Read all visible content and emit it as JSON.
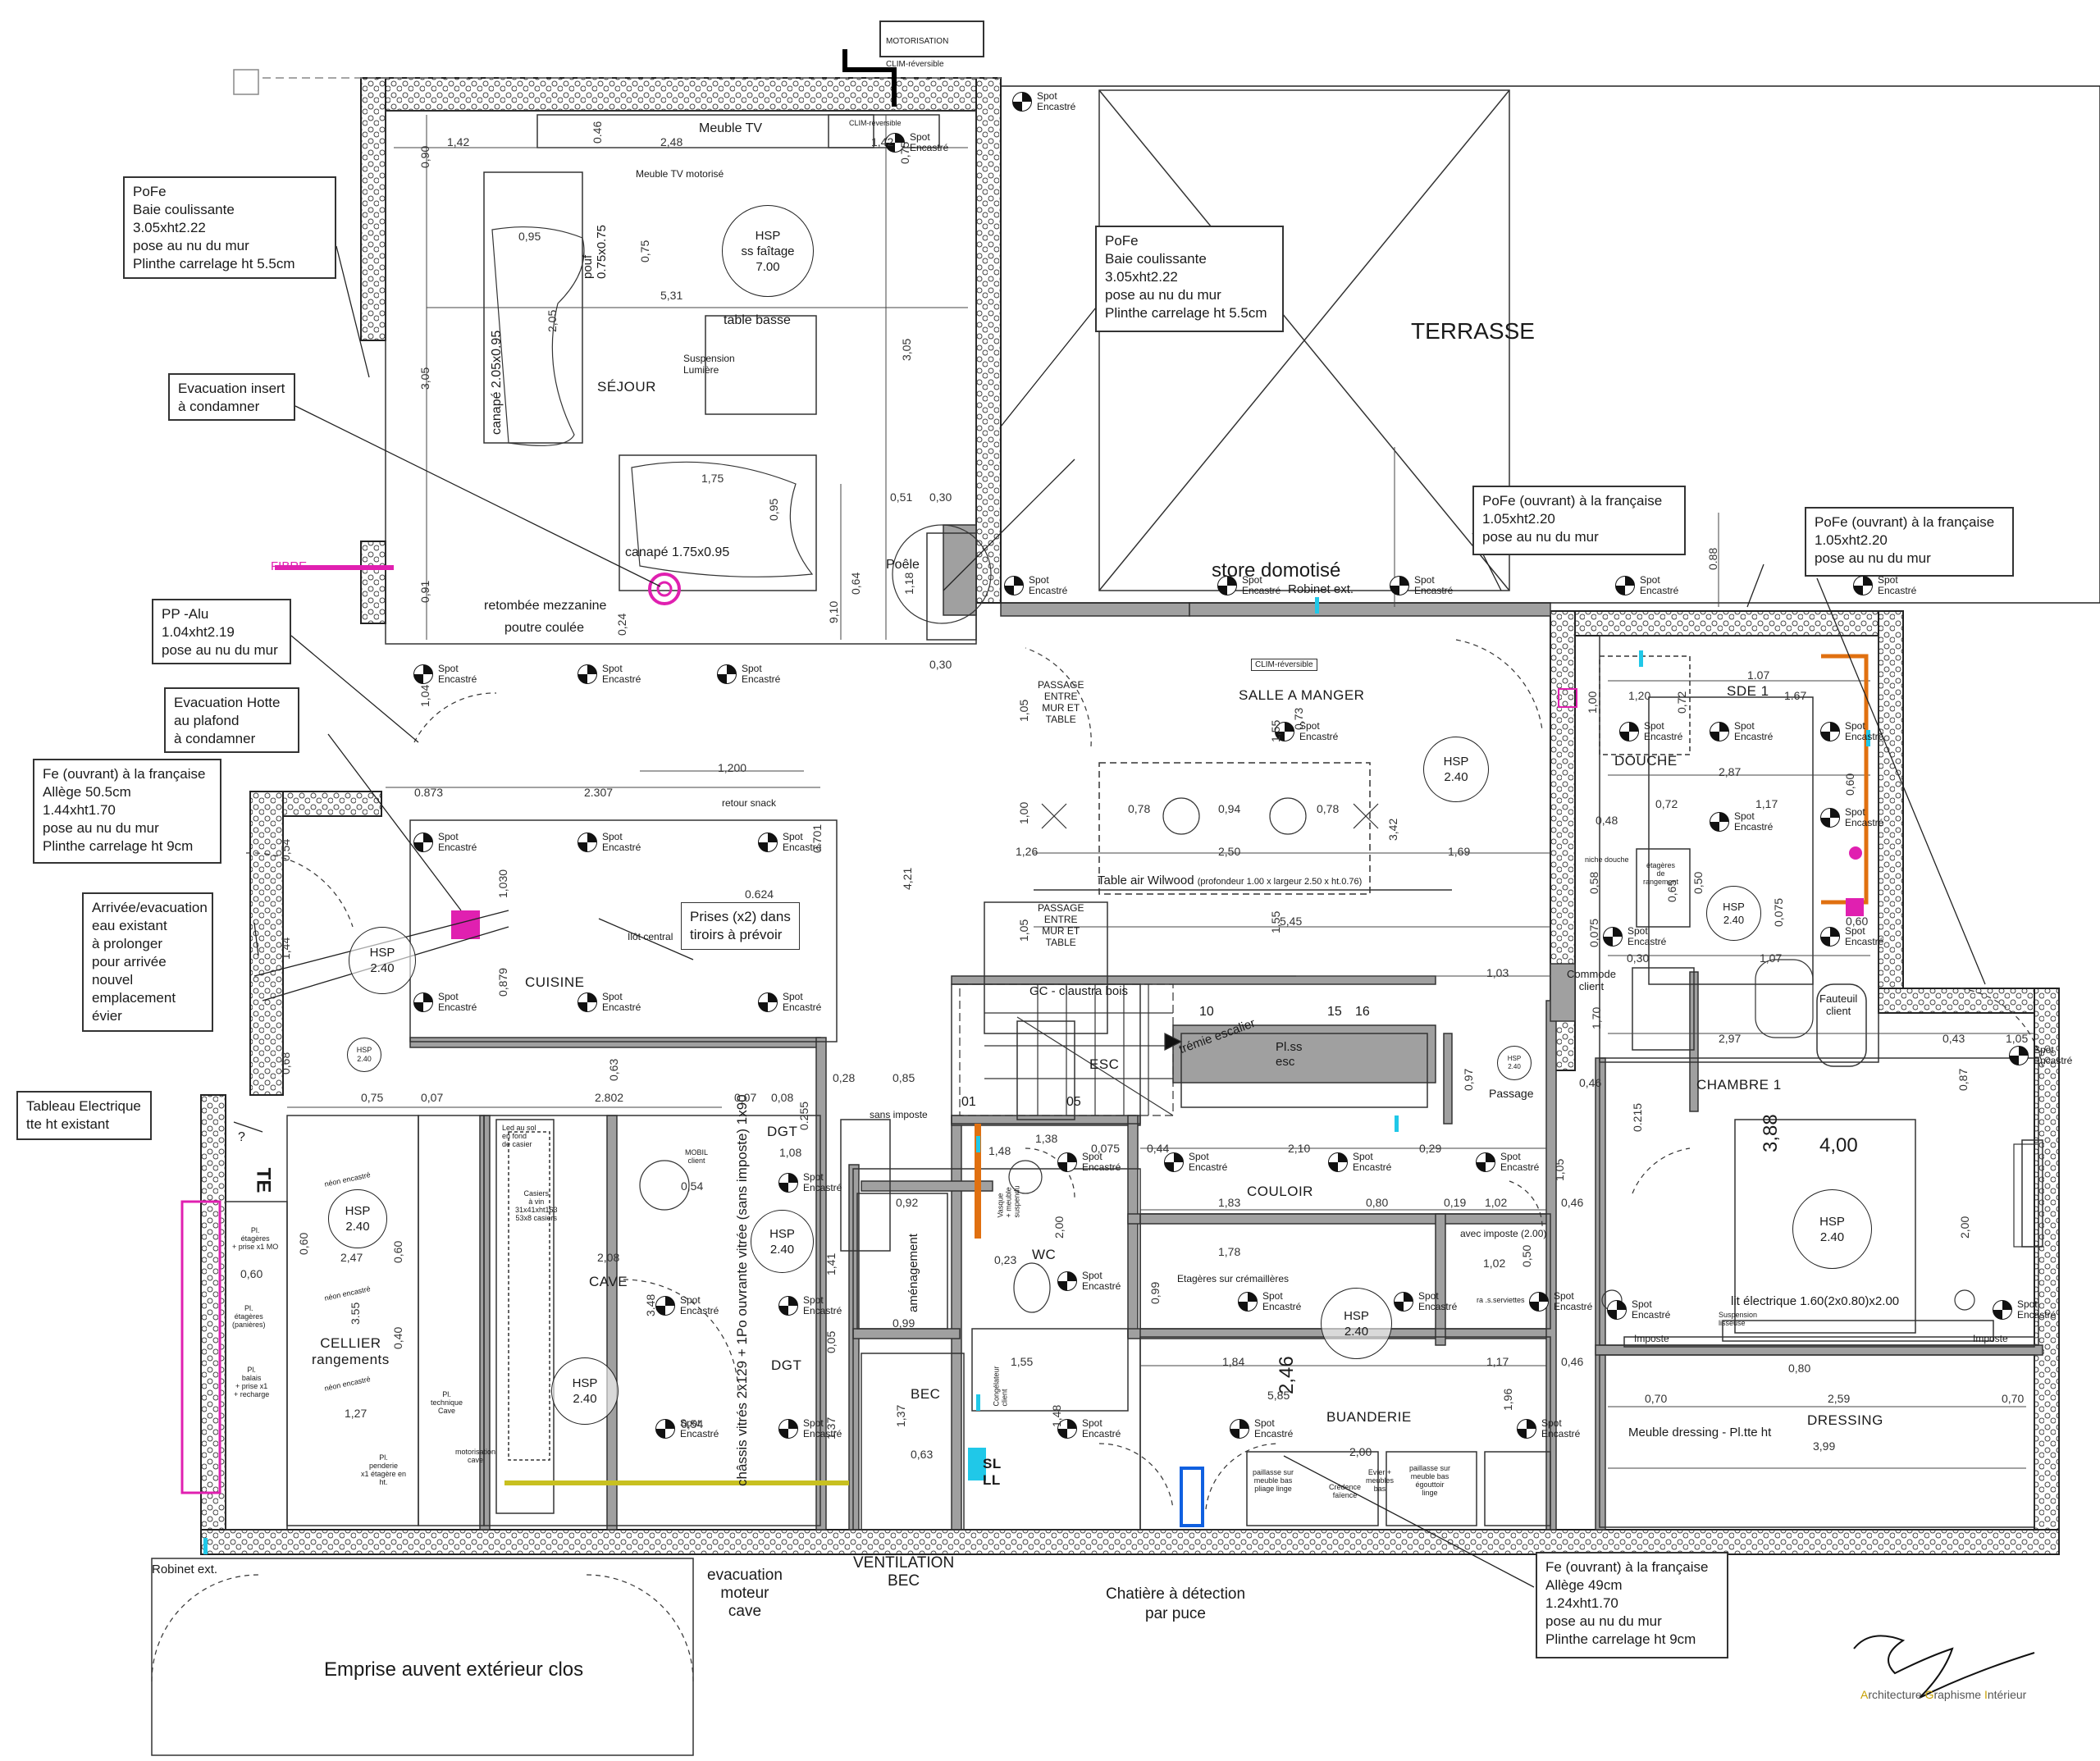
{
  "title_box": {
    "line1": "MOTORISATION",
    "line2": "CLIM-réversible"
  },
  "rooms": {
    "sejour": "SÉJOUR",
    "terrasse": "TERRASSE",
    "salle_a_manger": "SALLE A MANGER",
    "cuisine": "CUISINE",
    "cave": "CAVE",
    "cellier": "CELLIER\nrangements",
    "douche": "DOUCHE",
    "sde1": "SDE 1",
    "chambre1": "CHAMBRE 1",
    "couloir": "COULOIR",
    "buanderie": "BUANDERIE",
    "dressing": "DRESSING",
    "wc": "WC",
    "dgt1": "DGT",
    "dgt2": "DGT",
    "esc": "ESC",
    "bec": "BEC",
    "passage": "Passage",
    "sl_ll": "SL\nLL",
    "te": "TE"
  },
  "callouts": {
    "pofe_left": "PoFe\nBaie coulissante\n3.05xht2.22\npose au nu du mur\nPlinthe carrelage ht 5.5cm",
    "pofe_center": "PoFe\nBaie coulissante\n3.05xht2.22\npose au nu du mur\nPlinthe carrelage ht 5.5cm",
    "evac_insert": "Evacuation insert\nà condamner",
    "pp_alu": "PP -Alu\n1.04xht2.19\npose au nu du mur",
    "evac_hotte": "Evacuation Hotte\nau plafond\nà condamner",
    "fe_cuisine": "Fe (ouvrant) à la française\nAllège 50.5cm\n1.44xht1.70\npose au nu du mur\nPlinthe carrelage ht 9cm",
    "arrivee": "Arrivée/evacuation\n eau existant\nà prolonger\npour arrivée\nnouvel\nemplacement\névier",
    "tableau": "Tableau Electrique\ntte ht existant",
    "prises": "Prises (x2) dans\ntiroirs à prévoir",
    "pofe_francaise1": "PoFe (ouvrant) à la française\n1.05xht2.20\npose au nu du mur",
    "pofe_francaise2": "PoFe (ouvrant) à la française\n1.05xht2.20\npose au nu du mur",
    "fe_buanderie": "Fe (ouvrant) à la française\nAllège 49cm\n1.24xht1.70\npose au nu du mur\nPlinthe carrelage ht 9cm"
  },
  "labels": {
    "meuble_tv": "Meuble TV",
    "meuble_tv_motorise": "Meuble TV motorisé",
    "clim_reversible": "CLIM-réversible",
    "table_basse": "table basse",
    "suspension_lumiere": "Suspension\nLumière",
    "canape_205": "canapé 2.05x0.95",
    "canape_175": "canapé 1.75x0.95",
    "pouf": "pouf\n0.75x0.75",
    "poele": "Poêle",
    "fibre": "FIBRE",
    "retombee": "retombée mezzanine",
    "poutre": "poutre coulée",
    "store": "store domotisé",
    "robinet_ext_top": "Robinet ext.",
    "robinet_ext_bottom": "Robinet ext.",
    "passage_entre1": "PASSAGE\nENTRE\nMUR ET\nTABLE",
    "passage_entre2": "PASSAGE\nENTRE\nMUR ET\nTABLE",
    "table_air": "Table air  Wilwood",
    "table_air_dims": "(profondeur 1.00 x largeur 2.50 x ht.0.76)",
    "retour_snack": "retour snack",
    "ilot_central": "Ilôt central",
    "gc_claustra": "GC - claustra bois",
    "tremie": "trémie escalier",
    "pl_ss_esc": "Pl.ss\nesc",
    "emprise": "Emprise auvent extérieur clos",
    "evacuation_moteur": "evacuation\nmoteur\ncave",
    "ventilation_bec": "VENTILATION\nBEC",
    "chatiere": "Chatière à détection\npar puce",
    "sans_imposte": "sans imposte",
    "chassis": "châssis vitrés 2x129 + 1Po ouvrante vitrée (sans imposte) 1x90",
    "amenagement": "aménagement",
    "commode": "Commode\nclient",
    "fauteuil": "Fauteuil\nclient",
    "lit": "lit électrique 1.60(2x0.80)x2.00",
    "meuble_dressing": "Meuble dressing - Pl.tte ht",
    "etageres_cremailleres": "Etagères sur crémaillères",
    "avec_imposte": "avec imposte (2.00)",
    "neon1": "néon encastré",
    "neon2": "néon encastré",
    "neon3": "néon encastré",
    "pl_technique": "Pl.\ntechnique\nCave",
    "motorisation_cave": "motorisation\ncave",
    "pl_penderie": "Pl.\npenderie\nx1 étagère en\nht.",
    "mobil_client": "MOBIL\nclient",
    "casiers": "Casiers\nà vin\n31x41xht163\n53x8 casiers",
    "led_sol": "Led au sol\nen fond\nde casier",
    "imposte1": "Imposte",
    "imposte2": "Imposte",
    "suspension_lisseuse": "Suspension\nlisseuse",
    "pl_balais": "Pl.\nbalais\n+ prise x1\n+ recharge",
    "pl_etageres_mo": "Pl.\nétagères\n+ prise x1 MO",
    "pl_etageres_panieres": "Pl.\nétagères\n(panières)",
    "vasque": "Vasque\n+ meuble\nsuspendu",
    "congelateur": "Congélateur\nclient",
    "paillasse1": "paillasse sur\nmeuble bas\npliage linge",
    "paillasse2": "paillasse sur\nmeuble bas\négouttoir\nlinge",
    "credence": "Crédence\nfaïence",
    "evier": "Evier +\nmeubles\nbas",
    "question": "?",
    "ra_serviettes": "ra .s.serviettes",
    "niche_douche": "niche douche",
    "etageres_rangement": "étagères\nde\nrangement"
  },
  "dimensions": {
    "d142a": "1,42",
    "d046": "0.46",
    "d248": "2,48",
    "d142b": "1,42",
    "d090": "0,90",
    "d075a": "0,75",
    "d095a": "0,95",
    "d075b": "0.75x0.75",
    "d531": "5,31",
    "d305a": "3,05",
    "d305b": "3,05",
    "d205": "2,05",
    "d175": "1,75",
    "d095b": "0,95",
    "d051": "0,51",
    "d030a": "0,30",
    "d030b": "0,30",
    "d064": "0,64",
    "d118": "1,18",
    "d091": "0,91",
    "d910": "9,10",
    "d024": "0,24",
    "d104": "1,04",
    "d0873": "0.873",
    "d2307": "2.307",
    "d1200": "1,200",
    "d0701": "0.701",
    "d0624": "0.624",
    "d1030": "1,030",
    "d0879": "0,879",
    "d054": "0,54",
    "d144": "1,44",
    "d068": "0,68",
    "d075c": "0,75",
    "d007a": "0,07",
    "d2802": "2.802",
    "d007b": "0,07",
    "d008": "0,08",
    "d063": "0,63",
    "d421": "4,21",
    "d105a": "1,05",
    "d100": "1,00",
    "d155": "1,55",
    "d073": "0,73",
    "d342": "3,42",
    "d126": "1,26",
    "d250": "2,50",
    "d169": "1,69",
    "d078a": "0,78",
    "d094": "0,94",
    "d078b": "0,78",
    "d545": "5,45",
    "d105b": "1,05",
    "d155b": "1,55",
    "d103": "1,03",
    "d088": "0.88",
    "d107a": "1.07",
    "d167": "1.67",
    "d120": "1,20",
    "d072": "0,72",
    "d287": "2,87",
    "d117": "1,17",
    "d048": "0,48",
    "d060a": "0,60",
    "d065": "0,65",
    "d058": "0,58",
    "d075d": "0,075",
    "d030c": "0,30",
    "d107b": "1,07",
    "d297": "2,97",
    "d043": "0,43",
    "d105c": "1,05",
    "d087": "0,87",
    "d170": "1,70",
    "d046b": "0,46",
    "d0215": "0.215",
    "d388": "3,88",
    "d400": "4,00",
    "d200a": "2,00",
    "d028": "0,28",
    "d085": "0,85",
    "d0255": "0.255",
    "d108": "1,08",
    "d138": "1,38",
    "d0075": "0,075",
    "d044": "0,44",
    "d210": "2,10",
    "d029": "0,29",
    "d097": "0,97",
    "d092": "0,92",
    "d141": "1,41",
    "d005": "0,05",
    "d099": "0,99",
    "d137": "1,37",
    "d063b": "0,63",
    "d148": "1,48",
    "d155c": "1,55",
    "d183": "1,83",
    "d080a": "0,80",
    "d019": "0,19",
    "d102a": "1,02",
    "d046c": "0,46",
    "d178": "1,78",
    "d102b": "1,02",
    "d050": "0,50",
    "d184": "1,84",
    "d246": "2,46",
    "d117b": "1,17",
    "d046d": "0,46",
    "d585": "5,85",
    "d196": "1,96",
    "d200b": "2,00",
    "d070a": "0,70",
    "d259": "2,59",
    "d070b": "0,70",
    "d080b": "0,80",
    "d399": "3,99",
    "d247": "2,47",
    "d355": "3.55",
    "d060b": "0,60",
    "d127": "1,27",
    "d208": "2,08",
    "d348": "3.48",
    "d054b": "0,54",
    "d054c": "0,54",
    "d023": "0,23",
    "d200c": "2,00",
    "d060c": "0,60",
    "d040": "0,40"
  },
  "tags": {
    "hsp_sejour": "HSP\nss faîtage\n7.00",
    "hsp_sam": "HSP\n2.40",
    "hsp_cuisine": "HSP\n2.40",
    "hsp_cuisine_small": "HSP\n2.40",
    "hsp_cellier": "HSP\n2.40",
    "hsp_cave1": "HSP\n2.40",
    "hsp_cave2": "HSP\n2.40",
    "hsp_couloir": "HSP\n2.40",
    "hsp_sde": "HSP\n2.40",
    "hsp_chambre": "HSP\n2.40",
    "hsp_passage": "HSP\n2.40",
    "spot": "Spot\nEncastré",
    "stair_numbers": [
      "10",
      "15",
      "16",
      "01",
      "05"
    ]
  },
  "brand": {
    "a": "A",
    "a_rest": "rchitecture ",
    "g": "G",
    "g_rest": "raphisme ",
    "i": "I",
    "i_rest": "ntérieur"
  },
  "colors": {
    "wall": "#9a9a9a",
    "wall_dark": "#555555",
    "fibre": "#e020b0",
    "clim": "#000000",
    "cyan": "#20c8e8",
    "orange": "#e07010",
    "blue": "#1060e0",
    "yellow": "#c8c020",
    "magenta": "#e020b0"
  }
}
